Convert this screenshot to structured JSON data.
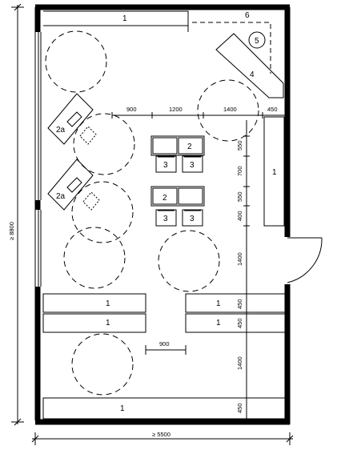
{
  "furniture_labels": {
    "counter_top": "1",
    "counter_6": "6",
    "circle_5": "5",
    "angled_4": "4",
    "right_counter": "1",
    "table_upper_2": "2",
    "chair_upper_left_3": "3",
    "chair_upper_right_3": "3",
    "table_lower_2": "2",
    "chair_lower_left_3": "3",
    "chair_lower_right_3": "3",
    "desk_upper_2a": "2a",
    "desk_lower_2a": "2a",
    "bench_left_upper": "1",
    "bench_left_lower": "1",
    "bench_right_upper": "1",
    "bench_right_lower": "1",
    "bottom_counter": "1"
  },
  "dimensions": {
    "top_900": "900",
    "top_1200": "1200",
    "top_1400": "1400",
    "top_450": "450",
    "side_550_a": "550",
    "side_700": "700",
    "side_550_b": "550",
    "side_400": "400",
    "side_1400_a": "1400",
    "side_450_a": "450",
    "side_450_b": "450",
    "side_1400_b": "1400",
    "side_450_c": "450",
    "aisle_900": "900",
    "overall_width": "≥ 5500",
    "overall_height": "≥ 8800"
  }
}
